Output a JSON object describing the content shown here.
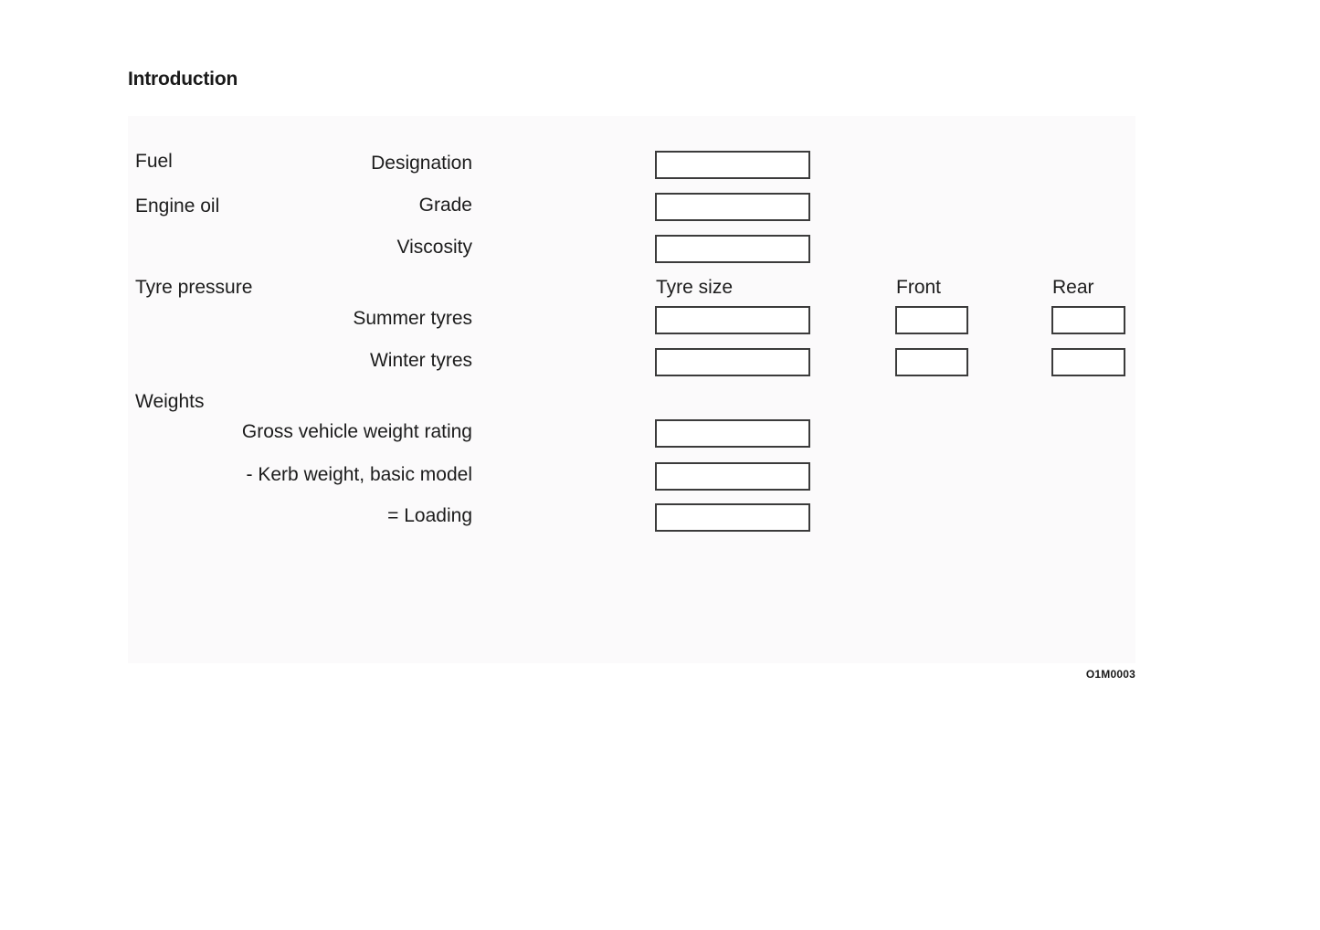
{
  "page": {
    "title": "Introduction",
    "footer_code": "O1M0003",
    "panel_background": "#fbfafb",
    "text_color": "#1c1c1c",
    "box_border_color": "#3b3b3b",
    "box_fill_color": "#ffffff"
  },
  "sections": {
    "fuel": {
      "label": "Fuel",
      "fields": [
        {
          "label": "Designation",
          "value": ""
        }
      ]
    },
    "engine_oil": {
      "label": "Engine oil",
      "fields": [
        {
          "label": "Grade",
          "value": ""
        },
        {
          "label": "Viscosity",
          "value": ""
        }
      ]
    },
    "tyre_pressure": {
      "label": "Tyre pressure",
      "columns": {
        "size": "Tyre size",
        "front": "Front",
        "rear": "Rear"
      },
      "rows": [
        {
          "label": "Summer tyres",
          "size": "",
          "front": "",
          "rear": ""
        },
        {
          "label": "Winter tyres",
          "size": "",
          "front": "",
          "rear": ""
        }
      ]
    },
    "weights": {
      "label": "Weights",
      "fields": [
        {
          "label": "Gross vehicle weight rating",
          "value": ""
        },
        {
          "label": "- Kerb weight, basic model",
          "value": ""
        },
        {
          "label": "= Loading",
          "value": ""
        }
      ]
    }
  }
}
